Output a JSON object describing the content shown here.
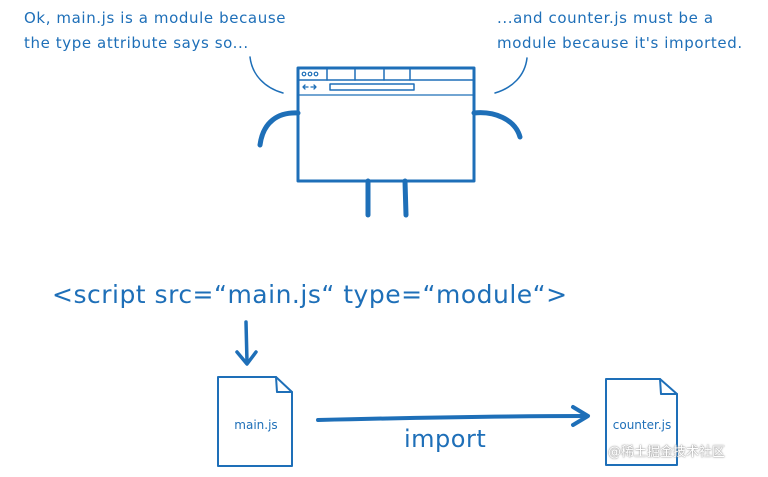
{
  "speech": {
    "left": [
      "Ok, main.js is a module because",
      "the type attribute says so..."
    ],
    "right": [
      "...and counter.js must be a",
      "module because it's imported."
    ]
  },
  "script_tag": "<script src=“main.js“ type=“module“>",
  "files": {
    "main": "main.js",
    "counter": "counter.js"
  },
  "import_label": "import",
  "watermark": "@稀土掘金技术社区",
  "colors": {
    "ink": "#1e6fb8",
    "background": "#ffffff"
  }
}
